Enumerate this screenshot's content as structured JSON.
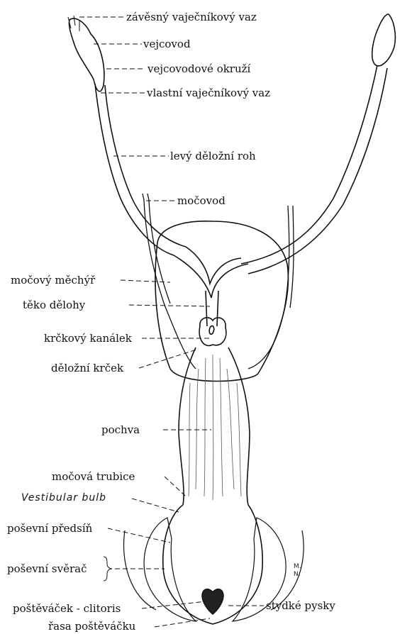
{
  "labels": {
    "zavesny_vaz": "závěsný vaječníkový vaz",
    "vejcovod": "vejcovod",
    "vejcovodove_okruzi": "vejcovodové okruží",
    "vlastni_vaz": "vlastní vaječníkový vaz",
    "levy_roh": "levý děložní roh",
    "mocovod": "močovod",
    "mocovy_mechyr": "močový měchýř",
    "teko_delohy": "těko dělohy",
    "krckovy_kanalek": "krčkový kanálek",
    "delozni_krcek": "děložní krček",
    "pochva": "pochva",
    "mocova_trubice": "močová trubice",
    "vestibular_bulb": "Vestibular bulb",
    "posevni_predsin": "poševní předsíň",
    "posevni_sverac": "poševní svěrač",
    "postevacek": "poštěváček - clitoris",
    "stydke_pysky": "stydké pysky",
    "rasa_postevacku": "řasa poštěváčku"
  },
  "signature": "M. N.",
  "colors": {
    "ink": "#111111",
    "shade": "#555555",
    "paper": "#ffffff"
  }
}
